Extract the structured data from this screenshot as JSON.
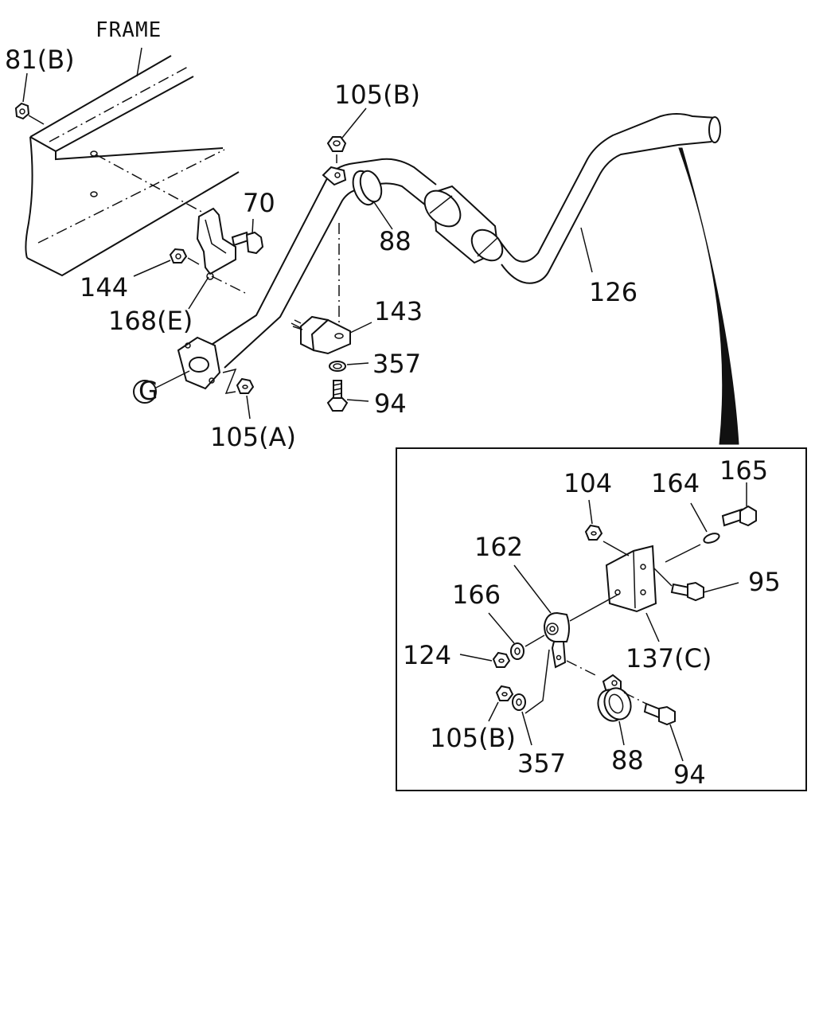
{
  "labels": {
    "frame": "FRAME",
    "p81b": "81(B)",
    "p105b_top": "105(B)",
    "p70": "70",
    "p88_top": "88",
    "p144": "144",
    "p168e": "168(E)",
    "p126": "126",
    "p143": "143",
    "p357_top": "357",
    "pG": "G",
    "p94_top": "94",
    "p105a": "105(A)",
    "p104": "104",
    "p164": "164",
    "p165": "165",
    "p162": "162",
    "p95": "95",
    "p166": "166",
    "p124": "124",
    "p137c": "137(C)",
    "p105b_inset": "105(B)",
    "p357_inset": "357",
    "p88_inset": "88",
    "p94_inset": "94"
  }
}
